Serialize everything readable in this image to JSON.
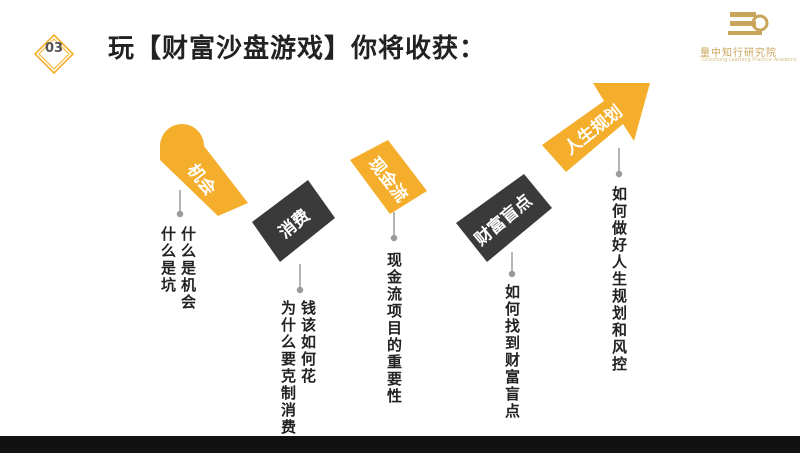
{
  "header": {
    "number": "03",
    "title": "玩【财富沙盘游戏】你将收获：",
    "brand": "量中知行研究院",
    "brand_sub": "Onezhong Learning Practice Academy"
  },
  "steps": [
    {
      "label": "机会",
      "desc": [
        "什么是机会",
        "什么是坑"
      ]
    },
    {
      "label": "消费",
      "desc": [
        "钱该如何花",
        "为什么要克制消费"
      ]
    },
    {
      "label": "现金流",
      "desc": [
        "现金流项目的重要性"
      ]
    },
    {
      "label": "财富盲点",
      "desc": [
        "如何找到财富盲点"
      ]
    },
    {
      "label": "人生规划",
      "desc": [
        "如何做好人生规划和风控"
      ]
    }
  ],
  "colors": {
    "accent": "#f5ae2c",
    "dark": "#3a3a3a",
    "text": "#222222"
  }
}
